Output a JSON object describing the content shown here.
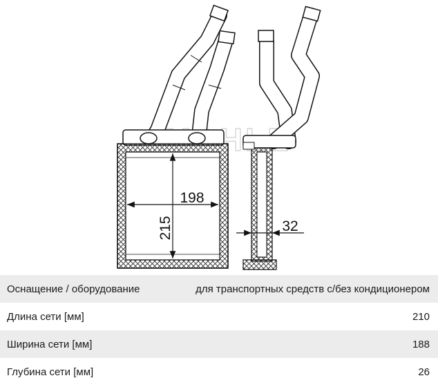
{
  "drawing": {
    "watermark": "MAHLE",
    "dimensions": {
      "width": "198",
      "height": "215",
      "depth": "32"
    }
  },
  "specs": [
    {
      "label": "Оснащение / оборудование",
      "value": "для транспортных средств с/без кондиционером"
    },
    {
      "label": "Длина сети [мм]",
      "value": "210"
    },
    {
      "label": "Ширина сети [мм]",
      "value": "188"
    },
    {
      "label": "Глубина сети [мм]",
      "value": "26"
    }
  ]
}
